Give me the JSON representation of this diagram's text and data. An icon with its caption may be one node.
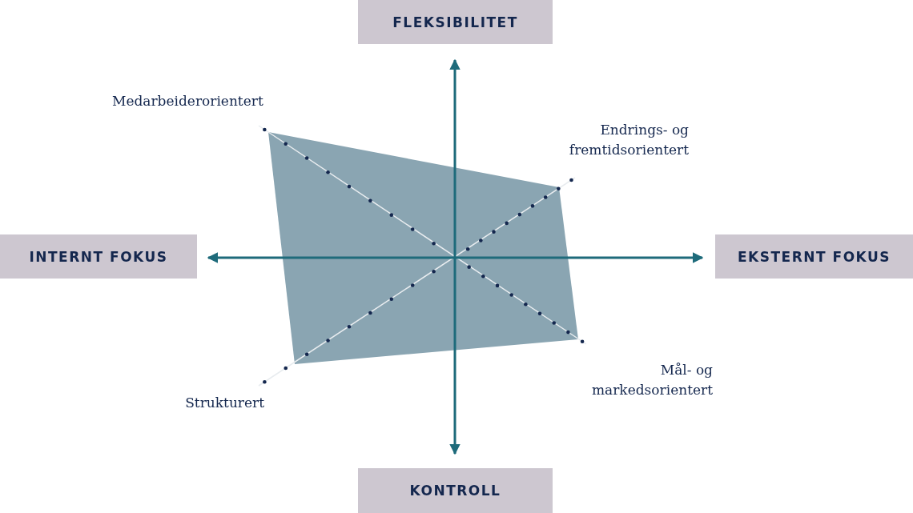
{
  "diagram": {
    "nodes": [
      {
        "text": [
          "FLEKSIBILITET"
        ]
      },
      {
        "text": [
          "INTERNT FOKUS"
        ]
      },
      {
        "text": [
          "EKSTERNT FOKUS"
        ]
      },
      {
        "text": [
          "KONTROLL"
        ]
      }
    ],
    "edges": [
      {
        "from": 0,
        "to": 3,
        "arrow": "both"
      },
      {
        "from": 1,
        "to": 2,
        "arrow": "both"
      }
    ],
    "labels": [
      "Medarbeiderorientert",
      "Endrings- og fremtidsorientert",
      "Strukturert",
      "Mål- og markedsorientert"
    ]
  }
}
